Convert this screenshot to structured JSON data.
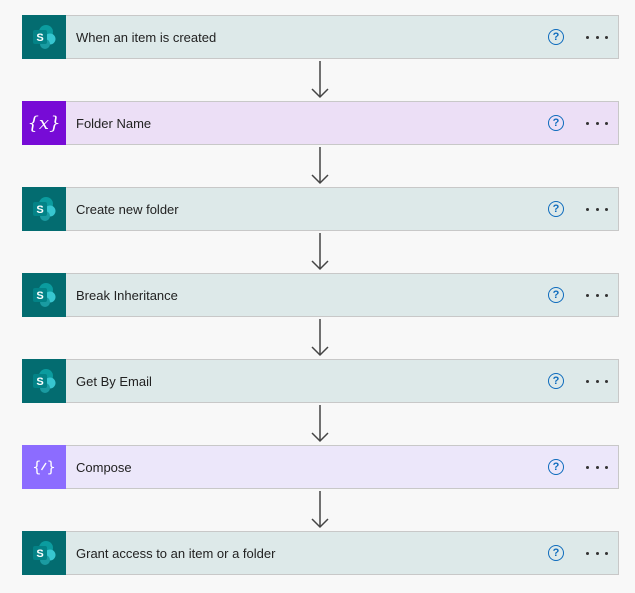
{
  "flow": {
    "steps": [
      {
        "label": "When an item is created",
        "type": "sharepoint",
        "icon": "sharepoint-icon"
      },
      {
        "label": "Folder Name",
        "type": "variable",
        "icon": "variable-icon"
      },
      {
        "label": "Create new folder",
        "type": "sharepoint",
        "icon": "sharepoint-icon"
      },
      {
        "label": "Break Inheritance",
        "type": "sharepoint",
        "icon": "sharepoint-icon"
      },
      {
        "label": "Get By Email",
        "type": "sharepoint",
        "icon": "sharepoint-icon"
      },
      {
        "label": "Compose",
        "type": "compose",
        "icon": "compose-icon"
      },
      {
        "label": "Grant access to an item or a folder",
        "type": "sharepoint",
        "icon": "sharepoint-icon"
      }
    ],
    "help_glyph": "?",
    "colors": {
      "sharepoint_accent": "#036c70",
      "variable_accent": "#770bd6",
      "compose_accent": "#8c6cff",
      "help_blue": "#0f6cbd"
    }
  }
}
